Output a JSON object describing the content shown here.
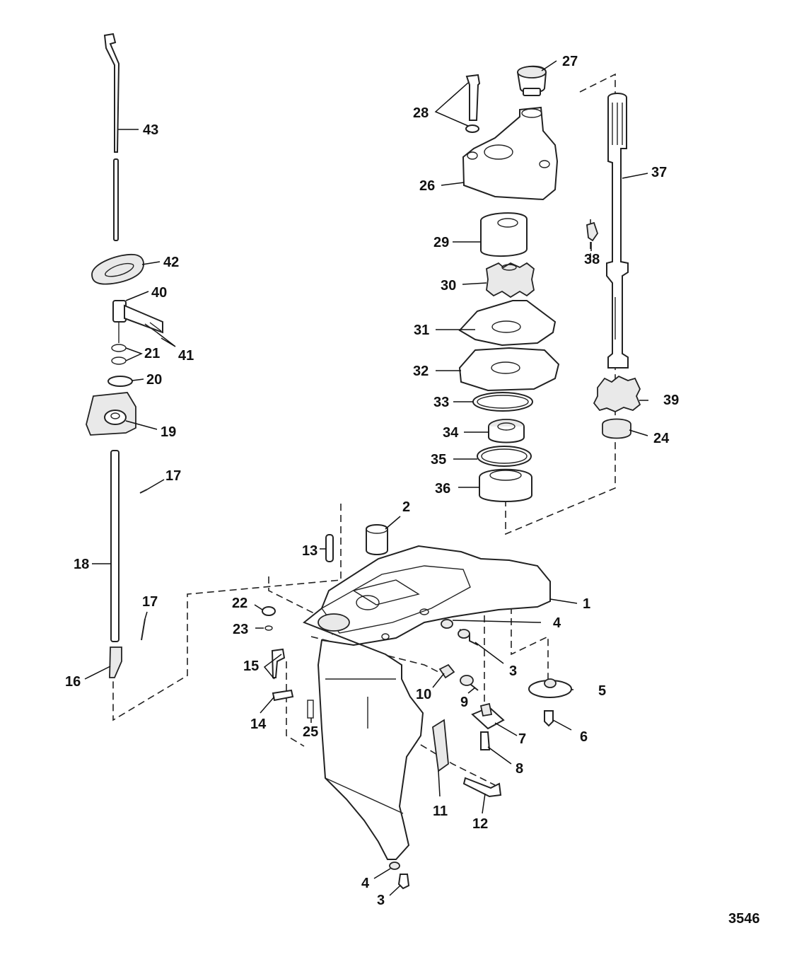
{
  "diagram": {
    "figure_number": "3546",
    "callouts": [
      {
        "id": "c1",
        "label": "1"
      },
      {
        "id": "c2",
        "label": "2"
      },
      {
        "id": "c3a",
        "label": "3"
      },
      {
        "id": "c3b",
        "label": "3"
      },
      {
        "id": "c4a",
        "label": "4"
      },
      {
        "id": "c4b",
        "label": "4"
      },
      {
        "id": "c5",
        "label": "5"
      },
      {
        "id": "c6",
        "label": "6"
      },
      {
        "id": "c7",
        "label": "7"
      },
      {
        "id": "c8",
        "label": "8"
      },
      {
        "id": "c9",
        "label": "9"
      },
      {
        "id": "c10",
        "label": "10"
      },
      {
        "id": "c11",
        "label": "11"
      },
      {
        "id": "c12",
        "label": "12"
      },
      {
        "id": "c13",
        "label": "13"
      },
      {
        "id": "c14",
        "label": "14"
      },
      {
        "id": "c15",
        "label": "15"
      },
      {
        "id": "c16",
        "label": "16"
      },
      {
        "id": "c17a",
        "label": "17"
      },
      {
        "id": "c17b",
        "label": "17"
      },
      {
        "id": "c18",
        "label": "18"
      },
      {
        "id": "c19",
        "label": "19"
      },
      {
        "id": "c20",
        "label": "20"
      },
      {
        "id": "c21",
        "label": "21"
      },
      {
        "id": "c22",
        "label": "22"
      },
      {
        "id": "c23",
        "label": "23"
      },
      {
        "id": "c24",
        "label": "24"
      },
      {
        "id": "c25",
        "label": "25"
      },
      {
        "id": "c26",
        "label": "26"
      },
      {
        "id": "c27",
        "label": "27"
      },
      {
        "id": "c28",
        "label": "28"
      },
      {
        "id": "c29",
        "label": "29"
      },
      {
        "id": "c30",
        "label": "30"
      },
      {
        "id": "c31",
        "label": "31"
      },
      {
        "id": "c32",
        "label": "32"
      },
      {
        "id": "c33",
        "label": "33"
      },
      {
        "id": "c34",
        "label": "34"
      },
      {
        "id": "c35",
        "label": "35"
      },
      {
        "id": "c36",
        "label": "36"
      },
      {
        "id": "c37",
        "label": "37"
      },
      {
        "id": "c38",
        "label": "38"
      },
      {
        "id": "c39",
        "label": "39"
      },
      {
        "id": "c40",
        "label": "40"
      },
      {
        "id": "c41",
        "label": "41"
      },
      {
        "id": "c42",
        "label": "42"
      },
      {
        "id": "c43",
        "label": "43"
      }
    ]
  }
}
